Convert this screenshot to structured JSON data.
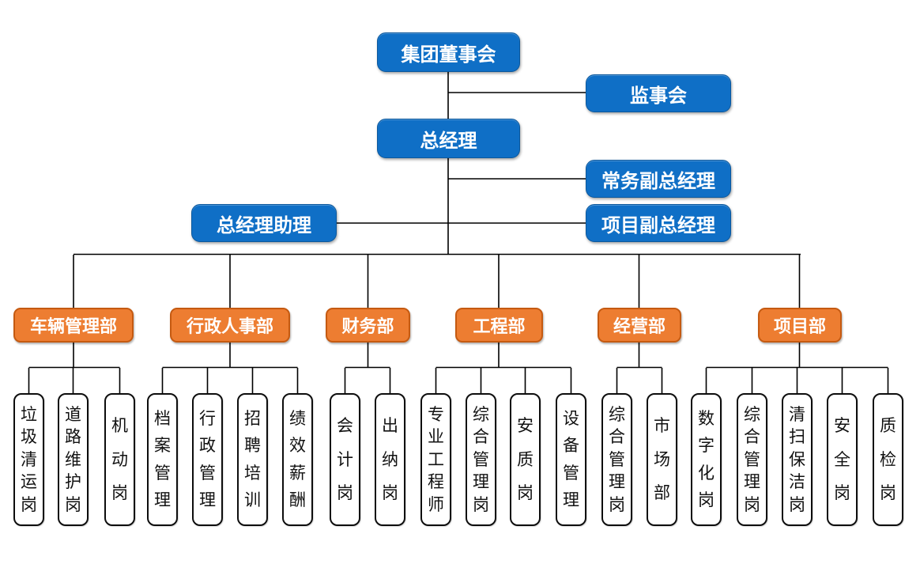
{
  "org": {
    "board": "集团董事会",
    "supervisory": "监事会",
    "general_manager": "总经理",
    "executive_deputy_gm": "常务副总经理",
    "gm_assistant": "总经理助理",
    "project_deputy_gm": "项目副总经理",
    "departments": [
      {
        "label": "车辆管理部",
        "children": [
          "垃圾清运岗",
          "道路维护岗",
          "机动岗"
        ]
      },
      {
        "label": "行政人事部",
        "children": [
          "档案管理",
          "行政管理",
          "招聘培训",
          "绩效薪酬"
        ]
      },
      {
        "label": "财务部",
        "children": [
          "会计岗",
          "出纳岗"
        ]
      },
      {
        "label": "工程部",
        "children": [
          "专业工程师",
          "综合管理岗",
          "安质岗",
          "设备管理"
        ]
      },
      {
        "label": "经营部",
        "children": [
          "综合管理岗",
          "市场部"
        ]
      },
      {
        "label": "项目部",
        "children": [
          "数字化岗",
          "综合管理岗",
          "清扫保洁岗",
          "安全岗",
          "质检岗"
        ]
      }
    ],
    "colors": {
      "blue": "#0f6fc6",
      "blue_border": "#0b589d",
      "orange": "#ed7d31",
      "orange_border": "#c55a11",
      "line": "#000000"
    }
  }
}
